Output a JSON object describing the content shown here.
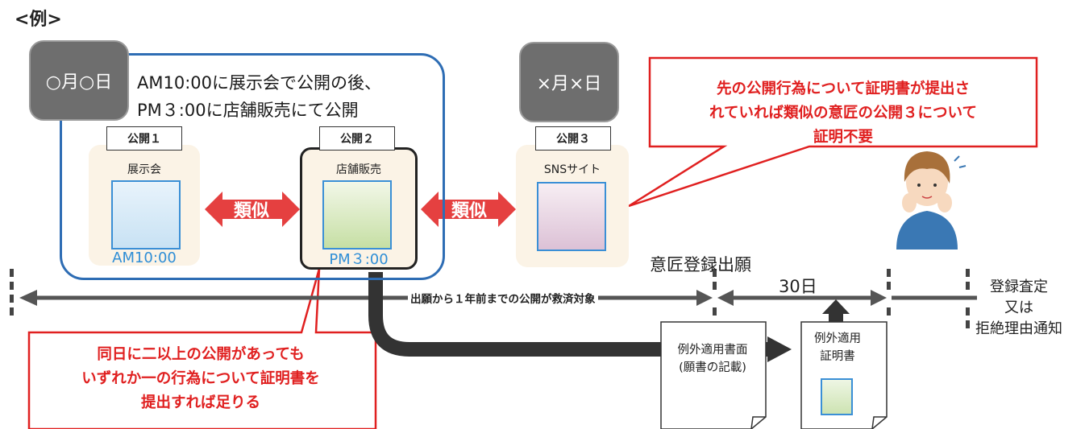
{
  "heading": "<例>",
  "group1": {
    "date": "○月○日",
    "lines": [
      "AM10:00に展示会で公開の後、",
      "PM３:00に店舗販売にて公開"
    ]
  },
  "publications": [
    {
      "label": "公開１",
      "venue": "展示会",
      "time": "AM10:00"
    },
    {
      "label": "公開２",
      "venue": "店舗販売",
      "time": "PM３:00"
    },
    {
      "label": "公開３",
      "venue": "SNSサイト"
    }
  ],
  "date2": "×月×日",
  "similar_label": "類似",
  "callout_top": [
    "先の公開行為について証明書が提出さ",
    "れていれば類似の意匠の公開３について",
    "証明不要"
  ],
  "callout_bottom": [
    "同日に二以上の公開があっても",
    "いずれか一の行為について証明書を",
    "提出すれば足りる"
  ],
  "timeline": {
    "filing": "意匠登録出願",
    "days": "30日",
    "span_text": "出願から１年前までの公開が救済対象",
    "decision": [
      "登録査定",
      "又は",
      "拒絶理由通知"
    ]
  },
  "docs": {
    "doc1": [
      "例外適用書面",
      "(願書の記載)"
    ],
    "doc2": [
      "例外適用",
      "証明書"
    ]
  },
  "colors": {
    "accent_red": "#e02020",
    "group_border": "#2e6db4",
    "time_blue": "#2f8ed6",
    "date_bg": "#6e6e6e"
  }
}
